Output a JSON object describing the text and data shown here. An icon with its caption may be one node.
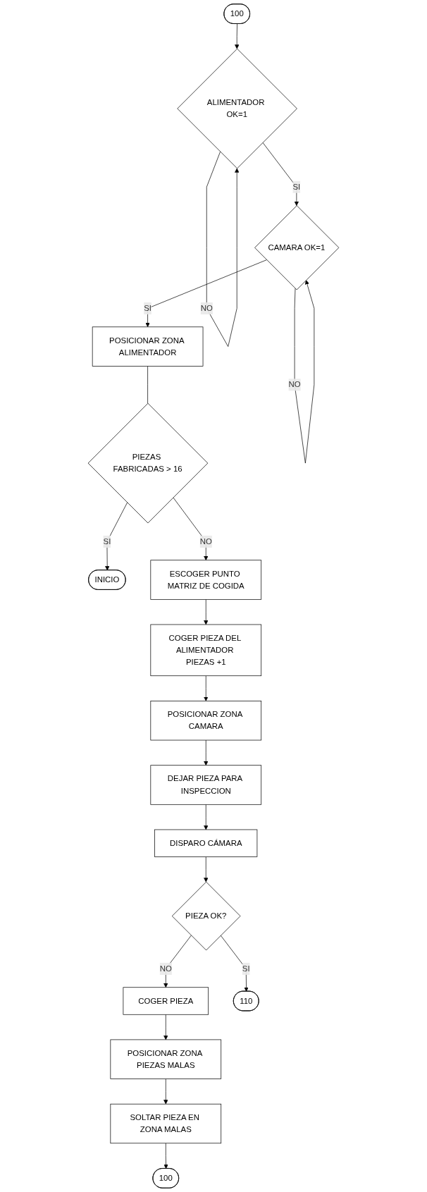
{
  "diagram": {
    "nodes": [
      {
        "text": [
          "100"
        ]
      },
      {
        "text": [
          "ALIMENTADOR OK=1"
        ]
      },
      {
        "text": [
          "CAMARA OK=1"
        ]
      },
      {
        "text": [
          "POSICIONAR ZONA ALIMENTADOR"
        ]
      },
      {
        "text": [
          "PIEZAS FABRICADAS > 16"
        ]
      },
      {
        "text": [
          "INICIO"
        ]
      },
      {
        "text": [
          "ESCOGER PUNTO MATRIZ DE COGIDA"
        ]
      },
      {
        "text": [
          "COGER PIEZA DEL ALIMENTADOR PIEZAS +1"
        ]
      },
      {
        "text": [
          "POSICIONAR ZONA CAMARA"
        ]
      },
      {
        "text": [
          "DEJAR PIEZA PARA INSPECCION"
        ]
      },
      {
        "text": [
          "DISPARO CÁMARA"
        ]
      },
      {
        "text": [
          "PIEZA OK?"
        ]
      },
      {
        "text": [
          "COGER PIEZA"
        ]
      },
      {
        "text": [
          "POSICIONAR ZONA PIEZAS MALAS"
        ]
      },
      {
        "text": [
          "SOLTAR PIEZA EN ZONA MALAS"
        ]
      },
      {
        "text": [
          "100"
        ]
      },
      {
        "text": [
          "110"
        ]
      }
    ],
    "edges": [
      {
        "from": 0,
        "to": 1,
        "arrow": "to"
      },
      {
        "from": 1,
        "to": 1,
        "label": "NO",
        "arrow": "to"
      },
      {
        "from": 1,
        "to": 2,
        "label": "SI",
        "arrow": "to"
      },
      {
        "from": 2,
        "to": 2,
        "label": "NO",
        "arrow": "to"
      },
      {
        "from": 2,
        "to": 3,
        "label": "SI",
        "arrow": "to"
      },
      {
        "from": 3,
        "to": 4,
        "arrow": "none"
      },
      {
        "from": 4,
        "to": 5,
        "label": "SI",
        "arrow": "to"
      },
      {
        "from": 4,
        "to": 6,
        "label": "NO",
        "arrow": "to"
      },
      {
        "from": 6,
        "to": 7,
        "arrow": "to"
      },
      {
        "from": 7,
        "to": 8,
        "arrow": "to"
      },
      {
        "from": 8,
        "to": 9,
        "arrow": "to"
      },
      {
        "from": 9,
        "to": 10,
        "arrow": "to"
      },
      {
        "from": 10,
        "to": 11,
        "arrow": "to"
      },
      {
        "from": 11,
        "to": 16,
        "label": "SI",
        "arrow": "to"
      },
      {
        "from": 11,
        "to": 12,
        "label": "NO",
        "arrow": "to"
      },
      {
        "from": 12,
        "to": 13,
        "arrow": "to"
      },
      {
        "from": 13,
        "to": 14,
        "arrow": "to"
      },
      {
        "from": 14,
        "to": 15,
        "arrow": "to"
      }
    ]
  }
}
